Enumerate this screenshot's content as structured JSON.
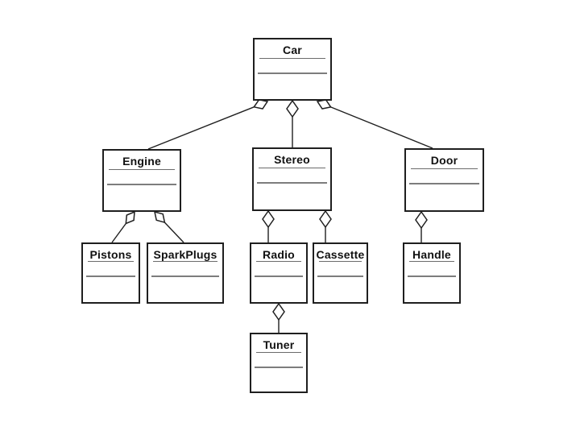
{
  "diagram": {
    "kind": "uml-class-diagram",
    "classes": [
      {
        "id": "car",
        "label": "Car"
      },
      {
        "id": "engine",
        "label": "Engine"
      },
      {
        "id": "stereo",
        "label": "Stereo"
      },
      {
        "id": "door",
        "label": "Door"
      },
      {
        "id": "pistons",
        "label": "Pistons"
      },
      {
        "id": "sparkplugs",
        "label": "SparkPlugs"
      },
      {
        "id": "radio",
        "label": "Radio"
      },
      {
        "id": "cassette",
        "label": "Cassette"
      },
      {
        "id": "handle",
        "label": "Handle"
      },
      {
        "id": "tuner",
        "label": "Tuner"
      }
    ],
    "relationships": [
      {
        "parent": "Car",
        "child": "Engine",
        "type": "aggregation"
      },
      {
        "parent": "Car",
        "child": "Stereo",
        "type": "aggregation"
      },
      {
        "parent": "Car",
        "child": "Door",
        "type": "aggregation"
      },
      {
        "parent": "Engine",
        "child": "Pistons",
        "type": "aggregation"
      },
      {
        "parent": "Engine",
        "child": "SparkPlugs",
        "type": "aggregation"
      },
      {
        "parent": "Stereo",
        "child": "Radio",
        "type": "aggregation"
      },
      {
        "parent": "Stereo",
        "child": "Cassette",
        "type": "aggregation"
      },
      {
        "parent": "Door",
        "child": "Handle",
        "type": "aggregation"
      },
      {
        "parent": "Radio",
        "child": "Tuner",
        "type": "aggregation"
      }
    ],
    "colors": {
      "background": "#ffffff",
      "box_fill": "#ffffff",
      "box_border": "#1f1f1f",
      "connector": "#1f1f1f",
      "separator": "#7d7d7d",
      "text": "#111111"
    }
  }
}
